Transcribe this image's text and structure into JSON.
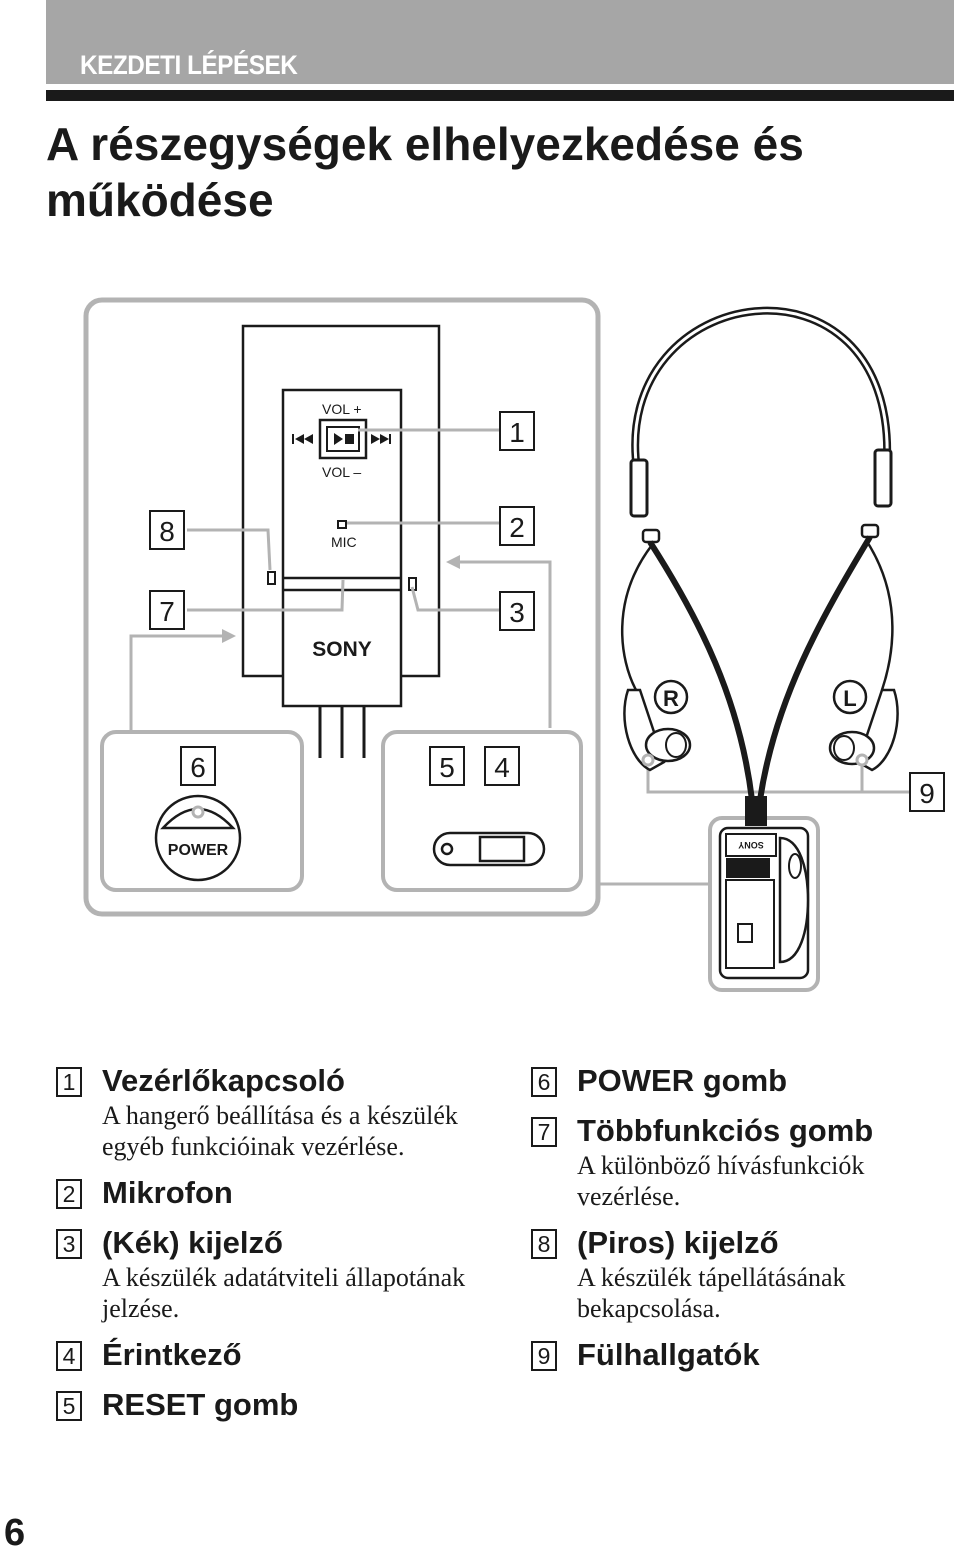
{
  "header": {
    "section": "KEZDETI LÉPÉSEK"
  },
  "title": "A részegységek elhelyezkedése és működése",
  "diagram": {
    "device_labels": {
      "vol_plus": "VOL +",
      "vol_minus": "VOL –",
      "mic": "MIC",
      "brand": "SONY",
      "power": "POWER",
      "right": "R",
      "left": "L",
      "clip_brand": "SONY"
    },
    "callouts": [
      "1",
      "2",
      "3",
      "4",
      "5",
      "6",
      "7",
      "8",
      "9"
    ]
  },
  "legend": {
    "left": [
      {
        "num": "1",
        "title": "Vezérlőkapcsoló",
        "desc": "A hangerő beállítása és a készülék egyéb funkcióinak vezérlése."
      },
      {
        "num": "2",
        "title": "Mikrofon",
        "desc": ""
      },
      {
        "num": "3",
        "title": "(Kék) kijelző",
        "desc": "A készülék adatátviteli állapotának jelzése."
      },
      {
        "num": "4",
        "title": "Érintkező",
        "desc": ""
      },
      {
        "num": "5",
        "title": "RESET gomb",
        "desc": ""
      }
    ],
    "right": [
      {
        "num": "6",
        "title": "POWER gomb",
        "desc": ""
      },
      {
        "num": "7",
        "title": "Többfunkciós gomb",
        "desc": "A különböző hívásfunkciók vezérlése."
      },
      {
        "num": "8",
        "title": "(Piros) kijelző",
        "desc": "A készülék tápellátásának bekapcsolása."
      },
      {
        "num": "9",
        "title": "Fülhallgatók",
        "desc": ""
      }
    ]
  },
  "page_number": "6"
}
